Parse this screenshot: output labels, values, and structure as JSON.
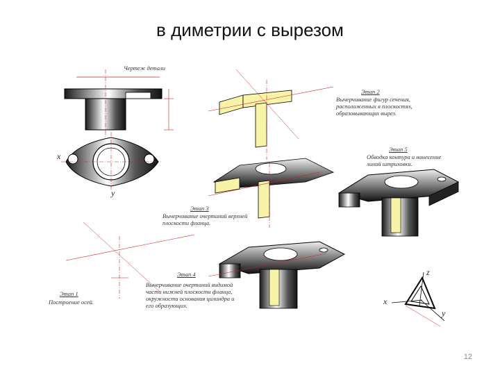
{
  "slide": {
    "title": "в диметрии с вырезом",
    "page_number": "12"
  },
  "labels": {
    "detail_drawing": "Чертеж детали",
    "stage1_title": "Этап 1",
    "stage1_text": "Построение осей.",
    "stage2_title": "Этап 2",
    "stage2_text": "Вычерчивание фигур сечения, расположенных в плоскостях, образовывающих вырез.",
    "stage3_title": "Этап 3",
    "stage3_text": "Вычерчивание очертаний верхней плоскости фланца.",
    "stage4_title": "Этап 4",
    "stage4_text": "Вычерчивание очертаний видимой части нижней плоскости фланца, окружности основания цилиндра и его образующих.",
    "stage5_title": "Этап 5",
    "stage5_text": "Обводка контура и нанесение линий штриховки."
  },
  "axes": {
    "x": "x",
    "y": "y",
    "z": "z"
  },
  "colors": {
    "cross_section": "#f7f3a8",
    "dark_fill": "#1a1a1a",
    "axis_line": "#d02020",
    "text": "#333333"
  }
}
